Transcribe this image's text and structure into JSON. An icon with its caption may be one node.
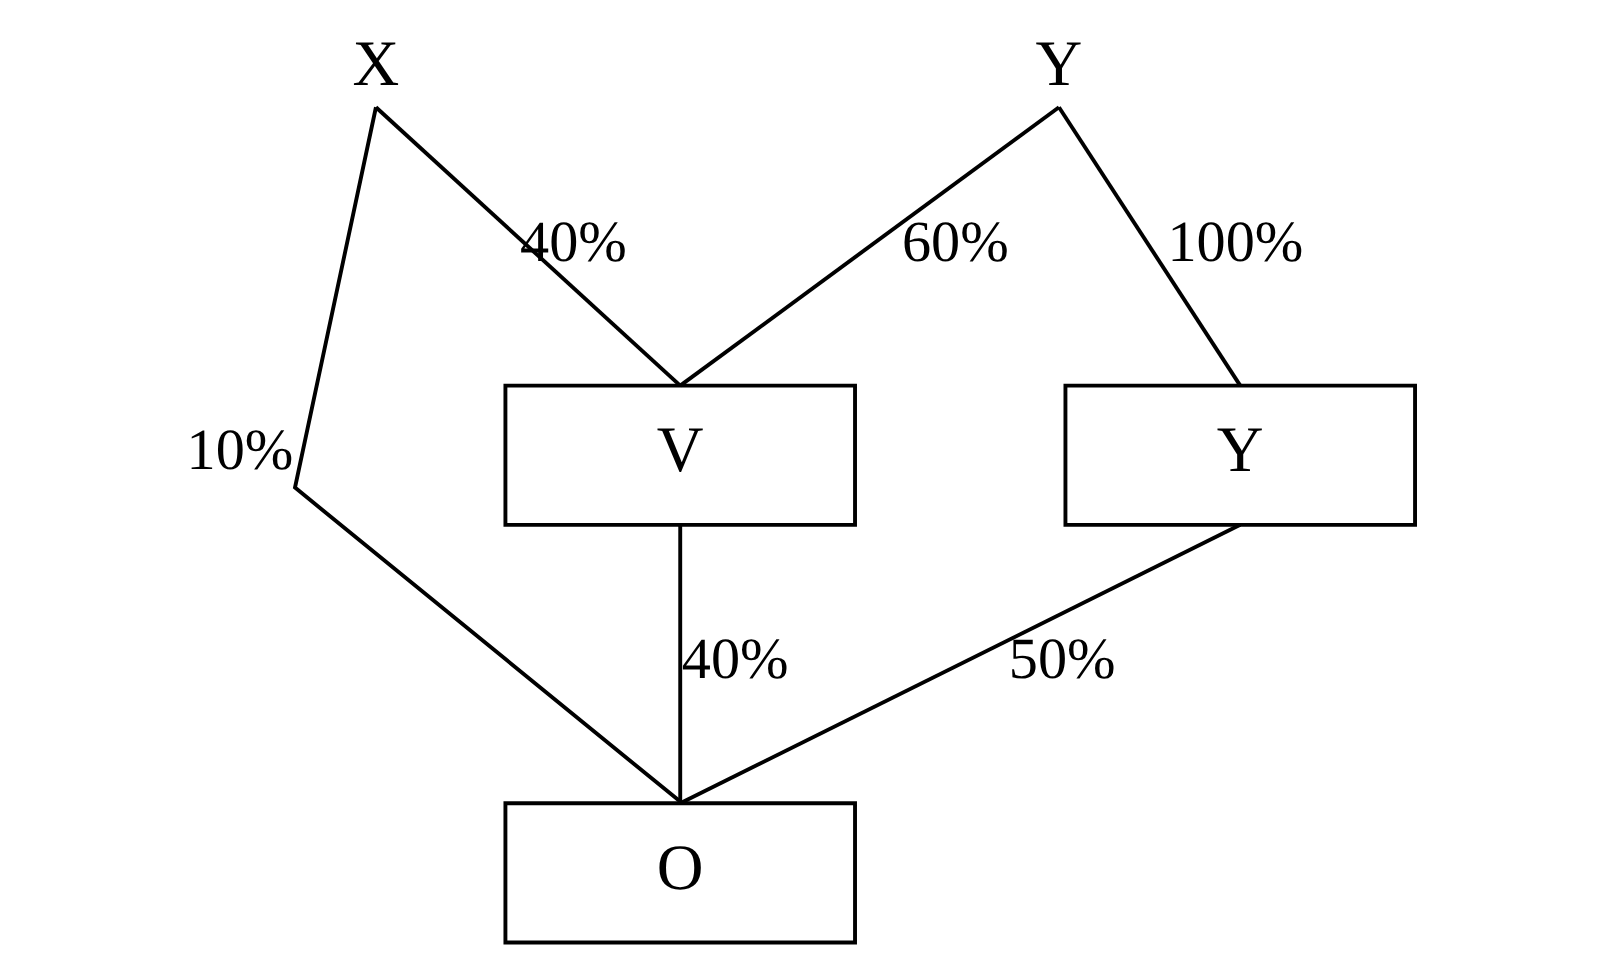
{
  "diagram": {
    "nodes": [
      {
        "text": [
          "X"
        ]
      },
      {
        "text": [
          "Y"
        ]
      },
      {
        "text": [
          "V"
        ]
      },
      {
        "text": [
          "Y"
        ]
      },
      {
        "text": [
          "O"
        ]
      }
    ],
    "edges": [
      {
        "from": 0,
        "to": 2,
        "arrow": "none",
        "label": "40%"
      },
      {
        "from": 1,
        "to": 2,
        "arrow": "none",
        "label": "60%"
      },
      {
        "from": 1,
        "to": 3,
        "arrow": "none",
        "label": "100%"
      },
      {
        "from": 0,
        "to": 4,
        "arrow": "none",
        "label": "10%"
      },
      {
        "from": 2,
        "to": 4,
        "arrow": "none",
        "label": "40%"
      },
      {
        "from": 3,
        "to": 4,
        "arrow": "none",
        "label": "50%"
      }
    ]
  }
}
